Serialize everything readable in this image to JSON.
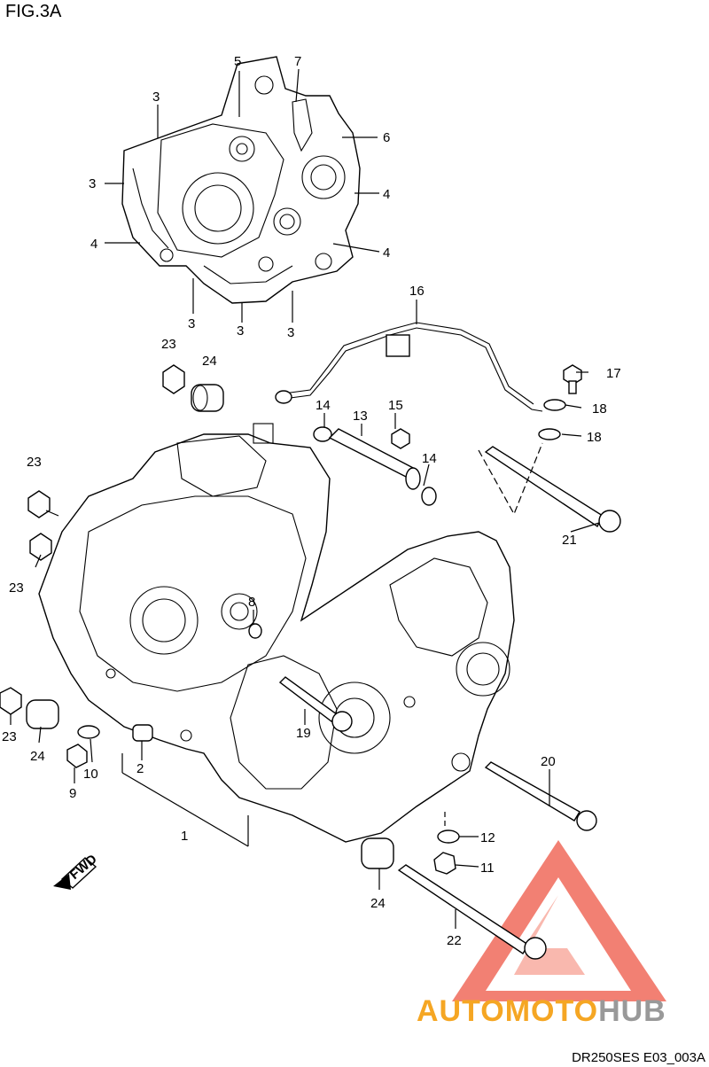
{
  "figure_label": "FIG.3A",
  "drawing_code": "DR250SES E03_003A",
  "fwd_label": "FWD",
  "watermark": {
    "text_orange": "AUTOMOTO",
    "text_gray": "HUB",
    "orange": "#f5a623",
    "gray": "#999999",
    "triangle_red": "#f06a5a",
    "triangle_light": "#f9b8ae"
  },
  "callouts": [
    "5",
    "7",
    "3",
    "6",
    "3",
    "4",
    "4",
    "4",
    "3",
    "3",
    "3",
    "16",
    "23",
    "24",
    "17",
    "18",
    "14",
    "13",
    "15",
    "18",
    "14",
    "23",
    "21",
    "23",
    "8",
    "23",
    "24",
    "10",
    "9",
    "2",
    "19",
    "1",
    "20",
    "12",
    "11",
    "24",
    "22"
  ]
}
